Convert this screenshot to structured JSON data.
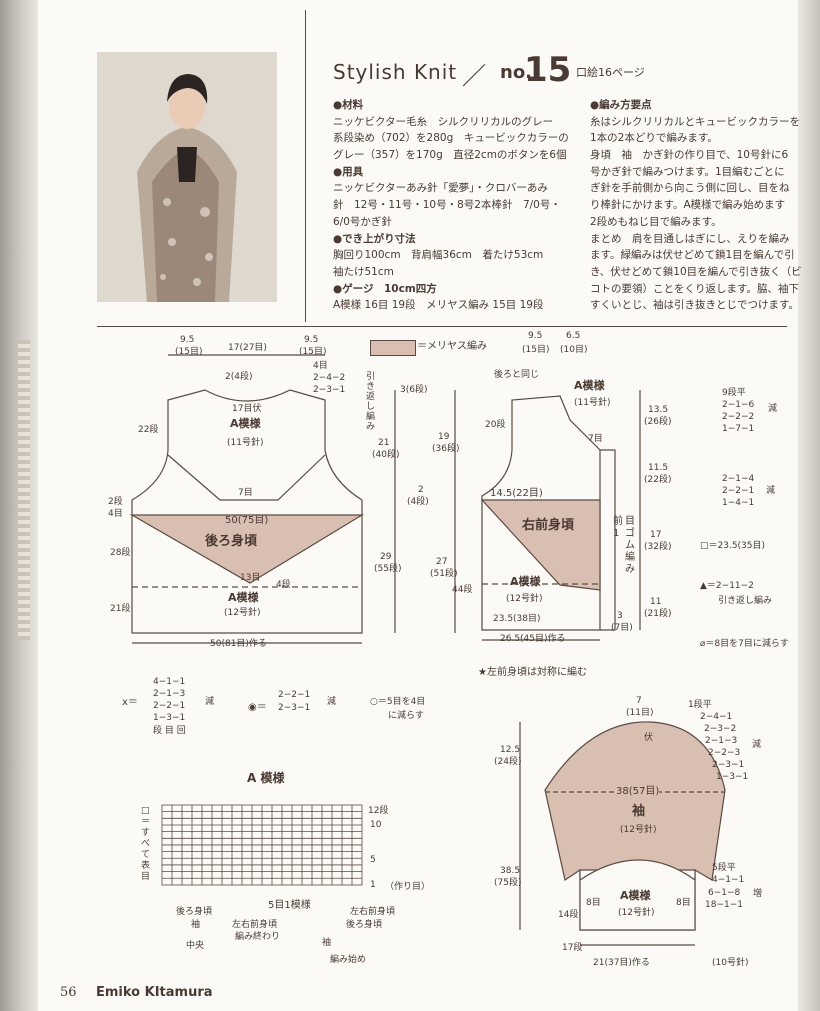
{
  "header": {
    "title": "Stylish Knit",
    "slash": "／",
    "no_label": "no.",
    "no_number": "15",
    "photo_ref": "口絵16ページ"
  },
  "materials": {
    "lines": [
      "●材料",
      "ニッケビクター毛糸　シルクリリカルのグレー",
      "系段染め（702）を280g　キュービックカラーの",
      "グレー（357）を170g　直径2cmのボタンを6個",
      "●用具",
      "ニッケビクターあみ針「愛夢」・クロバーあみ",
      "針　12号・11号・10号・8号2本棒針　7/0号・",
      "6/0号かぎ針",
      "●でき上がり寸法",
      "胸回り100cm　背肩幅36cm　着たけ53cm",
      "袖たけ51cm",
      "●ゲージ　10cm四方",
      "A模様 16目 19段　メリヤス編み 15目 19段"
    ]
  },
  "instructions": {
    "lines": [
      "●編み方要点",
      "糸はシルクリリカルとキュービックカラーを",
      "1本の2本どりで編みます。",
      "身頃　袖　かぎ針の作り目で、10号針に6",
      "号かぎ針で編みつけます。1目編むごとに",
      "ぎ針を手前側から向こう側に回し、目をね",
      "り棒針にかけます。A模様で編み始めます",
      "2段めもねじ目で編みます。",
      "まとめ　肩を目通しはぎにし、えりを編み",
      "ます。緑編みは伏せどめて鎖1目を編んで引",
      "き、伏せどめて鎖10目を編んで引き抜く（ビ",
      "コトの要領）ことをくり返します。脇、袖下",
      "すくいとじ、袖は引き抜きとじでつけます。"
    ]
  },
  "legend": {
    "stockinette": "＝メリヤス編み"
  },
  "back": {
    "top_w": [
      "9.5",
      "(15目)",
      "17(27目)",
      "9.5",
      "(15目)"
    ],
    "neck": "2(4段)",
    "neck_dec": [
      "4目",
      "2−4−2",
      "2−3−1"
    ],
    "fu": "17目伏",
    "pat": "A模様",
    "needle11": "(11号針)",
    "h22": "22段",
    "m7": "7目",
    "d2": [
      "2段",
      "4目"
    ],
    "width50": "50(75目)",
    "name": "後ろ身頃",
    "h28": "28段",
    "m13": "13目",
    "m4": "4段",
    "pat2": "A模様",
    "needle12": "(12号針)",
    "h21": "21段",
    "bottom": "50(81目)作る",
    "rev": "引き返し編み",
    "v1": [
      "3(6段)"
    ],
    "v21": [
      "21",
      "(40段)"
    ],
    "v19": [
      "19",
      "(36段)"
    ],
    "v2": [
      "2",
      "(4段)"
    ],
    "v29": [
      "29",
      "(55段)"
    ],
    "v27": [
      "27",
      "(51段)"
    ]
  },
  "front": {
    "top": [
      "9.5",
      "(15目)",
      "6.5",
      "(10目)"
    ],
    "same": "後ろと同じ",
    "pat": "A模様",
    "needle11": "(11号針)",
    "h20": "20段",
    "m7": "7目",
    "band": "14.5(22目)",
    "name": "右前身頃",
    "rib": [
      "1",
      "目",
      "ゴ",
      "ム",
      "編",
      "み"
    ],
    "rib2": [
      "前"
    ],
    "h44": "44段",
    "pat2": "A模様",
    "needle12": "(12号針)",
    "w235": "23.5(38目)",
    "w265": "26.5(45目)作る",
    "m3": [
      "3",
      "(7目)"
    ],
    "v135": [
      "13.5",
      "(26段)"
    ],
    "v115": [
      "11.5",
      "(22段)"
    ],
    "v17": [
      "17",
      "(32段)"
    ],
    "v11": [
      "11",
      "(21段)"
    ],
    "note": "★左前身頃は対称に編む"
  },
  "key": {
    "r1": [
      "9段平",
      "2−1−6",
      "2−2−2",
      "1−7−1"
    ],
    "r1_suffix": "減",
    "r2": [
      "2−1−4",
      "2−2−1",
      "1−4−1"
    ],
    "r2_suffix": "減",
    "r3": "□＝23.5(35目)",
    "r4": [
      "▲＝2−11−2",
      "引き返し編み"
    ],
    "r5": "⌀＝8目を7目に減らす"
  },
  "dec_table": {
    "x_label": "x＝",
    "x_rows": [
      "4−1−1",
      "2−1−3",
      "2−2−1",
      "1−3−1"
    ],
    "x_footer": "段 目 回",
    "x_suffix": "減",
    "o_label": "◉＝",
    "o_rows": [
      "2−2−1",
      "2−3−1"
    ],
    "o_suffix": "減",
    "five": [
      "○＝5目を4目",
      "に減らす"
    ]
  },
  "pattern": {
    "title": "A 模様",
    "note": [
      "□",
      "＝",
      "す",
      "べ",
      "て",
      "表",
      "目"
    ],
    "rows": [
      "12段",
      "10",
      "5",
      "1"
    ],
    "start_arrow": "（作り目）",
    "repeat": "5目1模様",
    "labels": [
      "後ろ身頃",
      "袖",
      "中央",
      "左右前身頃",
      "編み終わり",
      "左右前身頃",
      "後ろ身頃",
      "袖",
      "編み始め"
    ]
  },
  "sleeve": {
    "top": [
      "7",
      "(11目)"
    ],
    "fu": "伏",
    "dec": [
      "1段平",
      "2−4−1",
      "2−3−2",
      "2−1−3",
      "2−2−3",
      "2−3−1",
      "1−3−1"
    ],
    "dec_suffix": "減",
    "h125": [
      "12.5",
      "(24段)"
    ],
    "width": "38(57目)",
    "name": "袖",
    "needle12": "(12号針)",
    "h385": [
      "38.5",
      "(75段)"
    ],
    "inc": [
      "5段平",
      "4−1−1",
      "6−1−8",
      "18−1−1"
    ],
    "inc_suffix": "増",
    "pat": "A模様",
    "needle": "(12号針)",
    "m8a": "8目",
    "m8b": "8目",
    "h14": "14段",
    "h17": "17段",
    "bottom": "21(37目)作る",
    "needle10": "(10号針)"
  },
  "footer": {
    "page": "56",
    "name": "Emiko KItamura"
  }
}
